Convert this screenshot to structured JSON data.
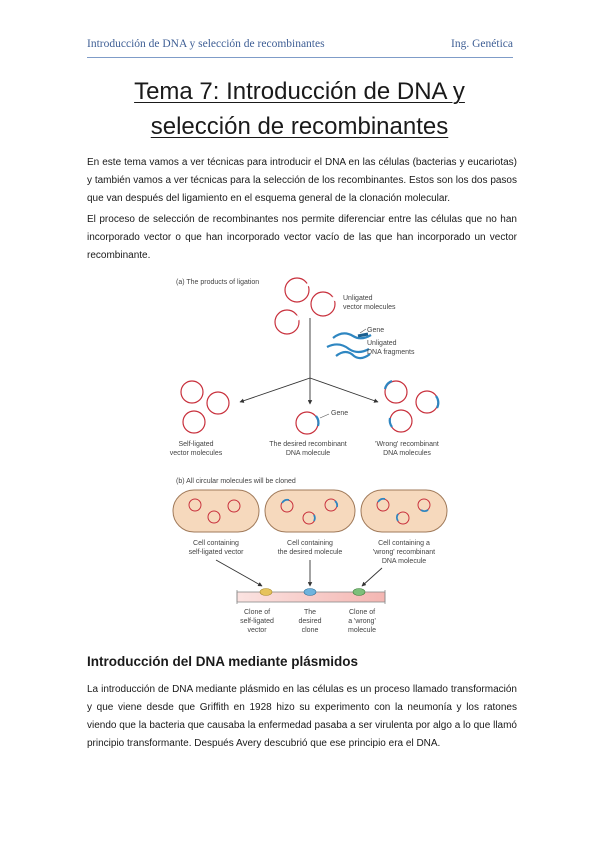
{
  "header": {
    "left": "Introducción de DNA y selección de recombinantes",
    "right": "Ing. Genética"
  },
  "title": {
    "line1": "Tema 7: Introducción de DNA y",
    "line2": "selección de recombinantes"
  },
  "paragraphs": {
    "intro": "En este tema vamos a ver técnicas para introducir el DNA en las células (bacterias y eucariotas) y también vamos a ver técnicas para la selección de los recombinantes. Estos son los dos pasos que van después del ligamiento en el esquema general de la clonación molecular.",
    "selection": "El proceso de selección de recombinantes nos permite diferenciar entre las células que no han incorporado vector o que han incorporado vector vacío de las que han incorporado un vector recombinante."
  },
  "figure": {
    "part_a_title": "(a) The products of ligation",
    "unligated_vector": [
      "Unligated",
      "vector molecules"
    ],
    "gene_top": "Gene",
    "unligated_dna": [
      "Unligated",
      "DNA fragments"
    ],
    "self_ligated": [
      "Self-ligated",
      "vector molecules"
    ],
    "gene_mid": "Gene",
    "desired_recombinant": [
      "The desired recombinant",
      "DNA molecule"
    ],
    "wrong_recombinant": [
      "'Wrong' recombinant",
      "DNA molecules"
    ],
    "part_b_title": "(b) All circular molecules will be cloned",
    "cell_self": [
      "Cell containing",
      "self-ligated vector"
    ],
    "cell_desired": [
      "Cell containing",
      "the desired molecule"
    ],
    "cell_wrong": [
      "Cell containing a",
      "'wrong' recombinant",
      "DNA molecule"
    ],
    "clone_self": [
      "Clone of",
      "self-ligated",
      "vector"
    ],
    "clone_desired": [
      "The",
      "desired",
      "clone"
    ],
    "clone_wrong": [
      "Clone of",
      "a 'wrong'",
      "molecule"
    ],
    "colors": {
      "vector": "#c8303c",
      "insert": "#2e86c1",
      "cell_fill": "#f6d9bd",
      "cell_stroke": "#a07a5a",
      "plate": "#f7c6c3"
    }
  },
  "section": {
    "heading": "Introducción del DNA mediante plásmidos",
    "body": "La introducción de DNA mediante plásmido en las células es un proceso llamado transformación y que viene desde que Griffith en 1928 hizo su experimento con la neumonía y los ratones viendo que la bacteria que causaba la enfermedad pasaba a ser virulenta por algo a lo que llamó principio transformante. Después Avery descubrió que ese principio era el DNA."
  }
}
